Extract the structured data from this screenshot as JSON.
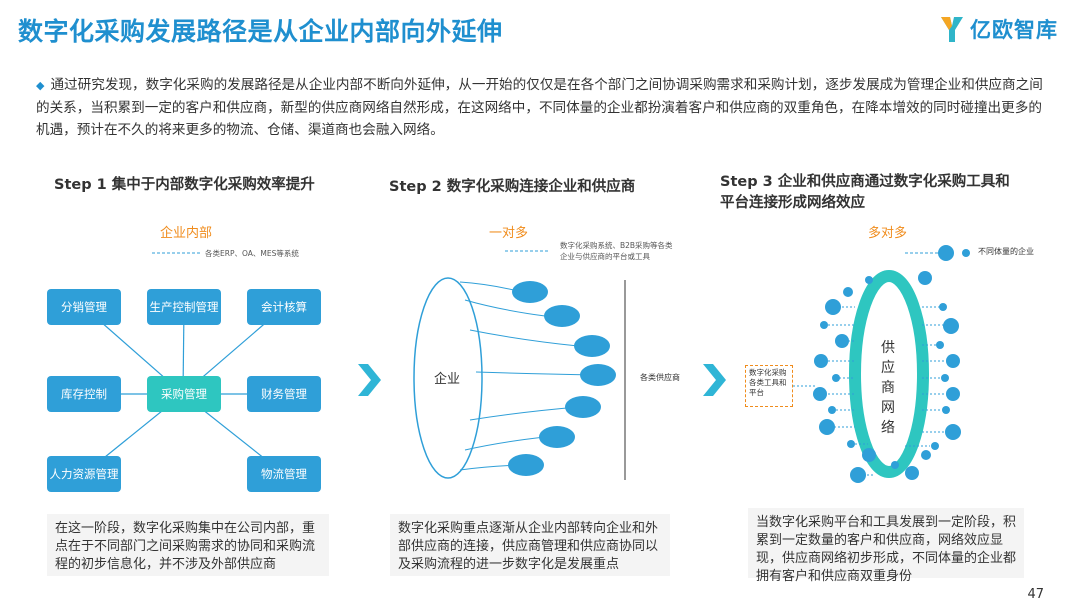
{
  "header": {
    "title": "数字化采购发展路径是从企业内部向外延伸",
    "brand": "亿欧智库"
  },
  "intro": "通过研究发现，数字化采购的发展路径是从企业内部不断向外延伸，从一开始的仅仅是在各个部门之间协调采购需求和采购计划，逐步发展成为管理企业和供应商之间的关系，当积累到一定的客户和供应商，新型的供应商网络自然形成，在这网络中，不同体量的企业都扮演着客户和供应商的双重角色，在降本增效的同时碰撞出更多的机遇，预计在不久的将来更多的物流、仓储、渠道商也会融入网络。",
  "step1": {
    "title": "Step 1 集中于内部数字化采购效率提升",
    "sublabel": "企业内部",
    "note": "各类ERP、OA、MES等系统",
    "center": "采购管理",
    "nodes": [
      "分销管理",
      "生产控制管理",
      "会计核算",
      "库存控制",
      "财务管理",
      "人力资源管理",
      "物流管理"
    ],
    "desc": "在这一阶段，数字化采购集中在公司内部，重点在于不同部门之间采购需求的协同和采购流程的初步信息化，并不涉及外部供应商"
  },
  "step2": {
    "title": "Step 2 数字化采购连接企业和供应商",
    "sublabel": "一对多",
    "note_line1": "数字化采购系统、B2B采购等各类",
    "note_line2": "企业与供应商的平台或工具",
    "enterprise": "企业",
    "suppliers": "各类供应商",
    "desc": "数字化采购重点逐渐从企业内部转向企业和外部供应商的连接，供应商管理和供应商协同以及采购流程的进一步数字化是发展重点"
  },
  "step3": {
    "title_line1": "Step 3 企业和供应商通过数字化采购工具和",
    "title_line2": "平台连接形成网络效应",
    "sublabel": "多对多",
    "legend": "不同体量的企业",
    "tool": "数字化采购各类工具和平台",
    "network": "供应商网络",
    "desc": "当数字化采购平台和工具发展到一定阶段，积累到一定数量的客户和供应商，网络效应显现，供应商网络初步形成，不同体量的企业都拥有客户和供应商双重身份"
  },
  "page_number": "47",
  "colors": {
    "primary": "#2f9fd8",
    "teal": "#2ec6c0",
    "orange": "#f08c1c",
    "title": "#1f8fcf"
  }
}
